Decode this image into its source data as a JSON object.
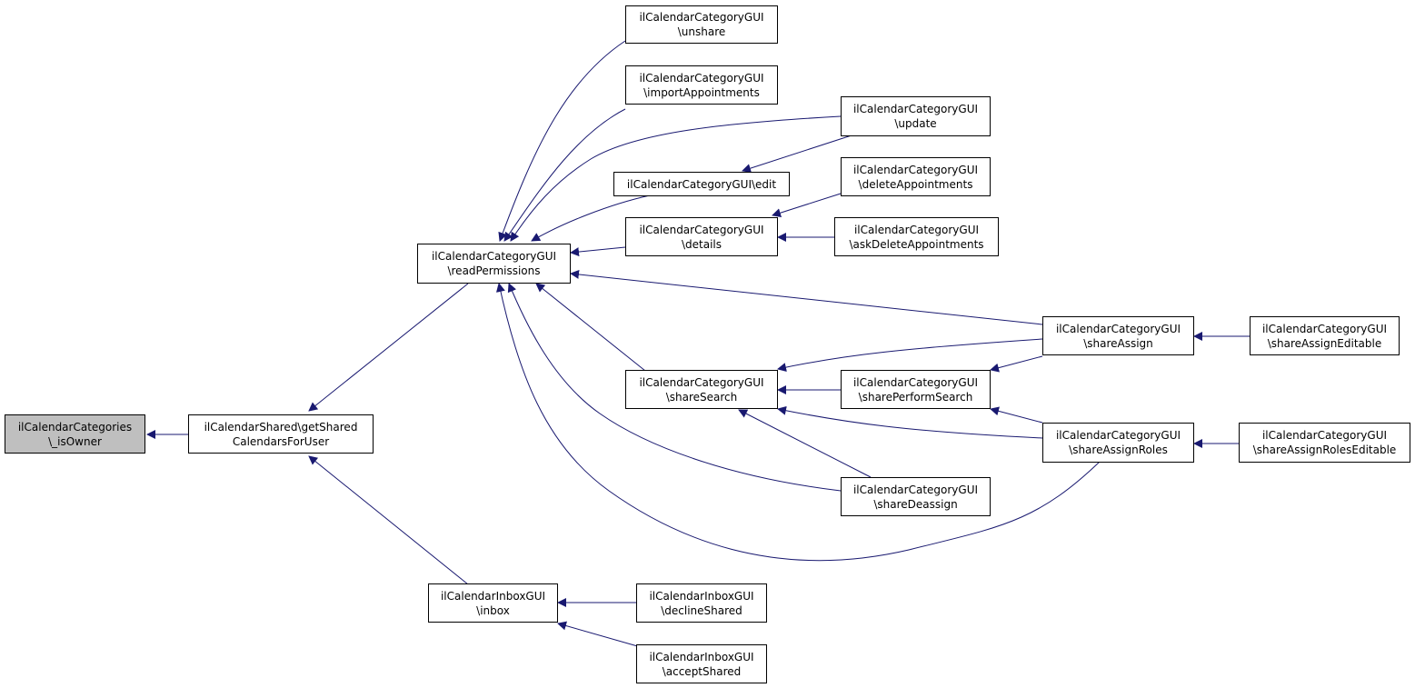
{
  "colors": {
    "edge": "#191970",
    "node_border": "#000000",
    "focus_fill": "#bfbfbf",
    "node_fill": "#ffffff"
  },
  "nodes": {
    "is_owner": {
      "l1": "ilCalendarCategories",
      "l2": "\\_isOwner"
    },
    "get_shared": {
      "l1": "ilCalendarShared\\getShared",
      "l2": "CalendarsForUser"
    },
    "read_permissions": {
      "l1": "ilCalendarCategoryGUI",
      "l2": "\\readPermissions"
    },
    "inbox": {
      "l1": "ilCalendarInboxGUI",
      "l2": "\\inbox"
    },
    "unshare": {
      "l1": "ilCalendarCategoryGUI",
      "l2": "\\unshare"
    },
    "import_appointments": {
      "l1": "ilCalendarCategoryGUI",
      "l2": "\\importAppointments"
    },
    "edit": {
      "l1": "ilCalendarCategoryGUI\\edit"
    },
    "details": {
      "l1": "ilCalendarCategoryGUI",
      "l2": "\\details"
    },
    "share_search": {
      "l1": "ilCalendarCategoryGUI",
      "l2": "\\shareSearch"
    },
    "decline_shared": {
      "l1": "ilCalendarInboxGUI",
      "l2": "\\declineShared"
    },
    "accept_shared": {
      "l1": "ilCalendarInboxGUI",
      "l2": "\\acceptShared"
    },
    "update": {
      "l1": "ilCalendarCategoryGUI",
      "l2": "\\update"
    },
    "delete_appointments": {
      "l1": "ilCalendarCategoryGUI",
      "l2": "\\deleteAppointments"
    },
    "ask_delete_appointments": {
      "l1": "ilCalendarCategoryGUI",
      "l2": "\\askDeleteAppointments"
    },
    "share_perform_search": {
      "l1": "ilCalendarCategoryGUI",
      "l2": "\\sharePerformSearch"
    },
    "share_deassign": {
      "l1": "ilCalendarCategoryGUI",
      "l2": "\\shareDeassign"
    },
    "share_assign": {
      "l1": "ilCalendarCategoryGUI",
      "l2": "\\shareAssign"
    },
    "share_assign_roles": {
      "l1": "ilCalendarCategoryGUI",
      "l2": "\\shareAssignRoles"
    },
    "share_assign_editable": {
      "l1": "ilCalendarCategoryGUI",
      "l2": "\\shareAssignEditable"
    },
    "share_assign_roles_editable": {
      "l1": "ilCalendarCategoryGUI",
      "l2": "\\shareAssignRolesEditable"
    }
  }
}
